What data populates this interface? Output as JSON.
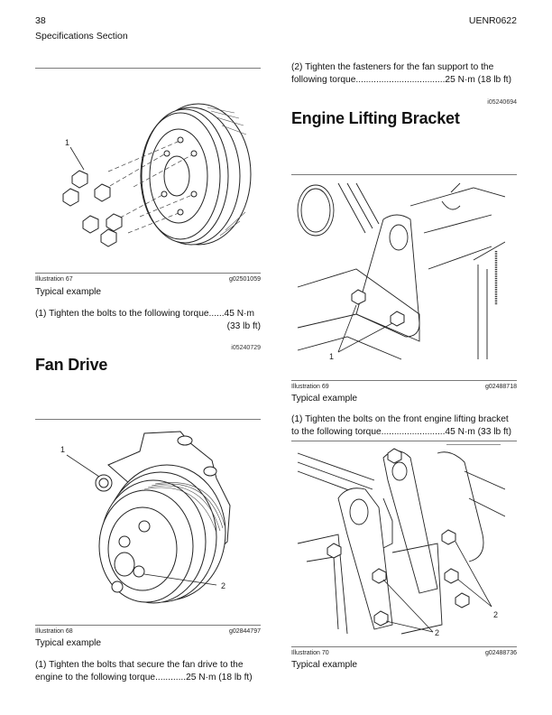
{
  "header": {
    "page_number": "38",
    "section": "Specifications Section",
    "doc_id": "UENR0622"
  },
  "left_column": {
    "illustration_67": {
      "label": "Illustration 67",
      "graphic_id": "g02501059",
      "caption": "Typical example",
      "callouts": [
        "1"
      ]
    },
    "step_1": {
      "line1": "(1) Tighten the bolts to the following torque......45 N·m",
      "line2": "(33 lb ft)"
    },
    "fan_drive": {
      "info_id": "i05240729",
      "heading": "Fan Drive"
    },
    "illustration_68": {
      "label": "Illustration 68",
      "graphic_id": "g02844797",
      "caption": "Typical example",
      "callouts": [
        "1",
        "2"
      ]
    },
    "fan_step_1": {
      "line1": "(1) Tighten the bolts that secure the fan drive to the",
      "line2": "engine to the following torque............25 N·m (18 lb ft)"
    }
  },
  "right_column": {
    "fan_step_2": {
      "line1": "(2) Tighten the fasteners for the fan support to the",
      "line2": "following torque...................................25 N·m (18 lb ft)"
    },
    "lifting_bracket": {
      "info_id": "i05240694",
      "heading": "Engine Lifting Bracket"
    },
    "illustration_69": {
      "label": "Illustration 69",
      "graphic_id": "g02488718",
      "caption": "Typical example",
      "callouts": [
        "1"
      ]
    },
    "bracket_step_1": {
      "line1": "(1) Tighten the bolts on the front engine lifting bracket",
      "line2": "to the following torque.........................45 N·m (33 lb ft)"
    },
    "illustration_70": {
      "label": "Illustration 70",
      "graphic_id": "g02488736",
      "caption": "Typical example",
      "callouts": [
        "2",
        "2"
      ]
    }
  }
}
